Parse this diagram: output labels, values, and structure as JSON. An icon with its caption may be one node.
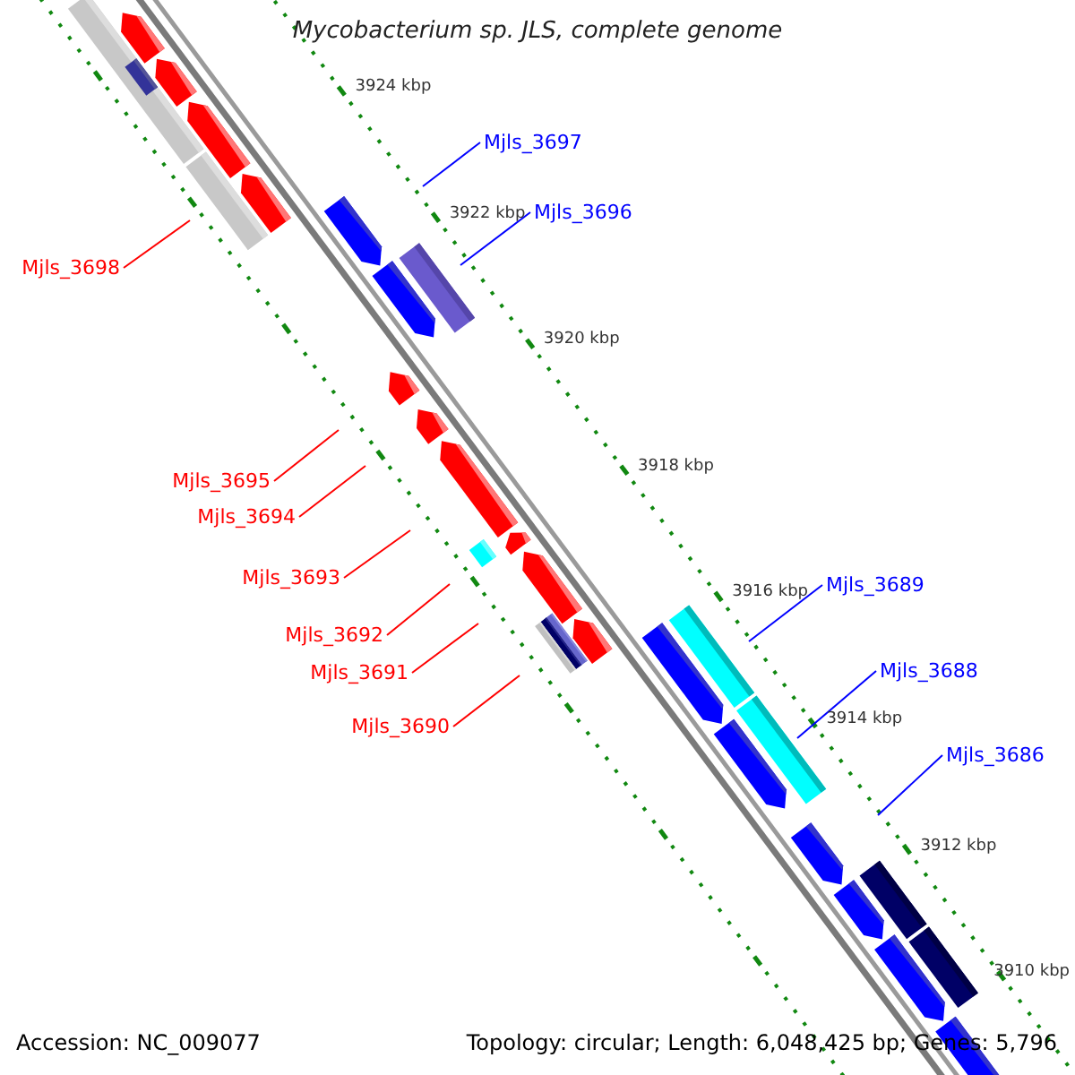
{
  "diagram": {
    "title": "Mycobacterium sp. JLS, complete genome",
    "nodes": [
      {
        "text": [
          "Mjls_3697"
        ]
      },
      {
        "text": [
          "Mjls_3696"
        ]
      },
      {
        "text": [
          "Mjls_3698"
        ]
      },
      {
        "text": [
          "Mjls_3695"
        ]
      },
      {
        "text": [
          "Mjls_3694"
        ]
      },
      {
        "text": [
          "Mjls_3693"
        ]
      },
      {
        "text": [
          "Mjls_3689"
        ]
      },
      {
        "text": [
          "Mjls_3692"
        ]
      },
      {
        "text": [
          "Mjls_3688"
        ]
      },
      {
        "text": [
          "Mjls_3691"
        ]
      },
      {
        "text": [
          "Mjls_3690"
        ]
      },
      {
        "text": [
          "Mjls_3686"
        ]
      }
    ],
    "edges": [
      {
        "from": 0,
        "to": null,
        "arrow": "none",
        "color": "#0000ff"
      },
      {
        "from": 1,
        "to": null,
        "arrow": "none",
        "color": "#0000ff"
      },
      {
        "from": 2,
        "to": null,
        "arrow": "none"
      },
      {
        "from": 3,
        "to": null,
        "arrow": "none"
      },
      {
        "from": 4,
        "to": null,
        "arrow": "none"
      },
      {
        "from": 5,
        "to": null,
        "arrow": "none"
      },
      {
        "from": 6,
        "to": null,
        "arrow": "none",
        "color": "#0000ff"
      },
      {
        "from": 7,
        "to": null,
        "arrow": "none"
      },
      {
        "from": 8,
        "to": null,
        "arrow": "none",
        "color": "#0000ff"
      },
      {
        "from": 9,
        "to": null,
        "arrow": "none"
      },
      {
        "from": 10,
        "to": null,
        "arrow": "none"
      },
      {
        "from": 11,
        "to": null,
        "arrow": "none",
        "color": "#0000ff"
      }
    ],
    "labels": [
      "3924 kbp",
      "3922 kbp",
      "3920 kbp",
      "3918 kbp",
      "3916 kbp",
      "3914 kbp",
      "3912 kbp",
      "3910 kbp",
      "Accession: NC_009077",
      "Topology: circular; Length: 6,048,425 bp; Genes: 5,796"
    ]
  }
}
